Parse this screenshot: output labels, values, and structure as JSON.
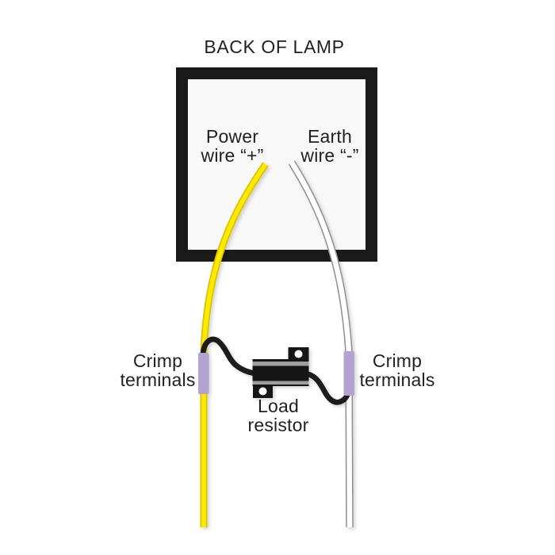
{
  "title": "BACK OF LAMP",
  "lamp": {
    "power_wire_label": [
      "Power",
      "wire “+”"
    ],
    "earth_wire_label": [
      "Earth",
      "wire “-”"
    ]
  },
  "harness": {
    "crimp_left_label": [
      "Crimp",
      "terminals"
    ],
    "crimp_right_label": [
      "Crimp",
      "terminals"
    ],
    "load_resistor_label": [
      "Load",
      "resistor"
    ]
  },
  "colors": {
    "power_wire_core": "#ffe900",
    "power_wire_edge": "#d9c300",
    "earth_wire_core": "#ffffff",
    "earth_wire_edge": "#8f8f8f",
    "crimp_terminal": "#b4a2d1",
    "lead_wire": "#1a1a1a",
    "resistor_body": "#171717",
    "resistor_band": "#9e9e9e",
    "resistor_hole": "#ffffff",
    "box_border": "#1a1a1a",
    "box_fill": "#f8f8f8",
    "text": "#231f20"
  }
}
